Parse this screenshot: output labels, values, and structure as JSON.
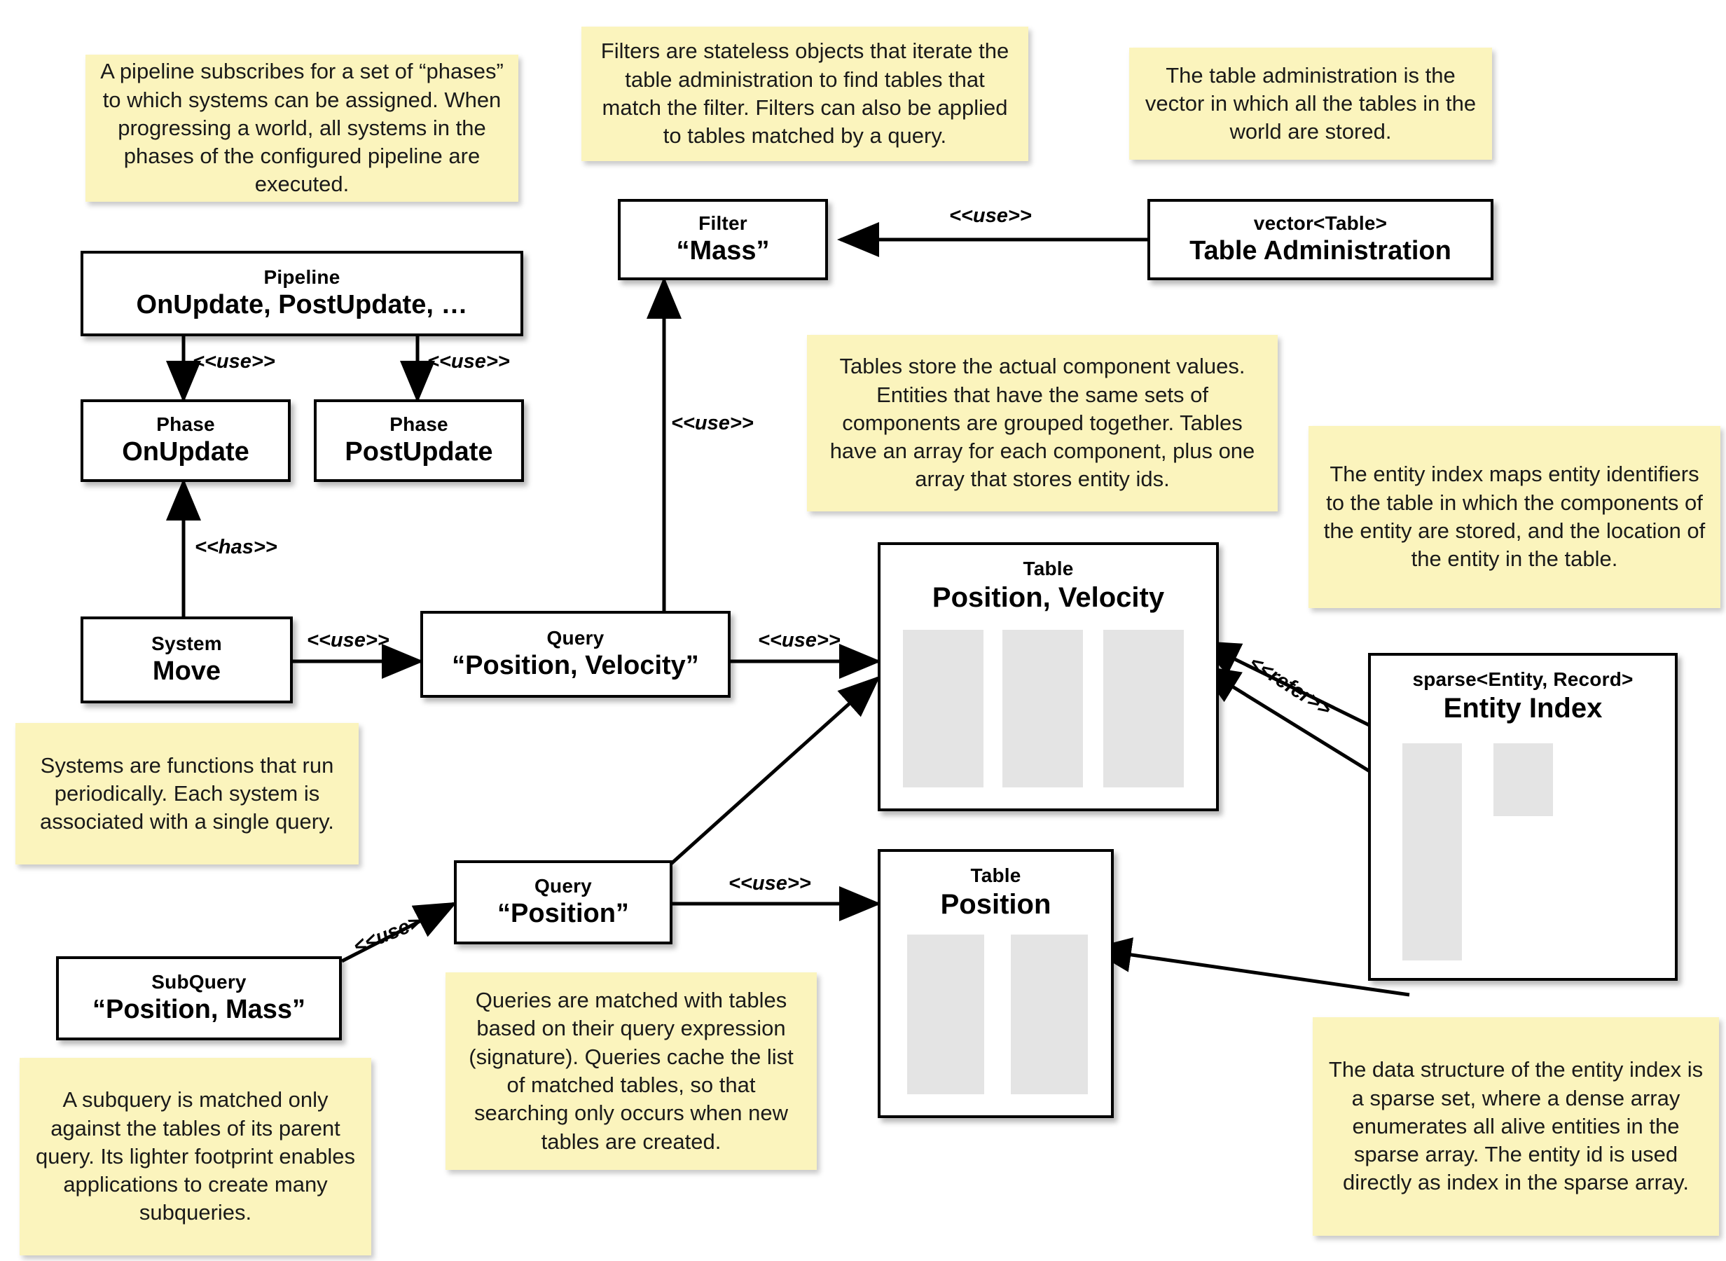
{
  "notes": [
    {
      "id": "note-pipeline",
      "text": "A pipeline subscribes for a set of “phases” to which systems can be assigned. When progressing a world, all systems in the phases of the configured pipeline are executed."
    },
    {
      "id": "note-filters",
      "text": "Filters are stateless objects that iterate the table administration to find tables that match the filter. Filters can also be applied to tables matched by a query."
    },
    {
      "id": "note-tableadmin",
      "text": "The table administration is the vector in which all the tables in the world are stored."
    },
    {
      "id": "note-tables",
      "text": "Tables store the actual component values. Entities that have the same sets of components are grouped together. Tables have an array for each component, plus one array that stores entity ids."
    },
    {
      "id": "note-entityidx",
      "text": "The entity index maps entity identifiers to the table in which the components of the entity are stored, and the location of the entity in the table."
    },
    {
      "id": "note-systems",
      "text": "Systems are functions that run periodically. Each system is associated with a single query."
    },
    {
      "id": "note-queries",
      "text": "Queries are matched with tables based on their query expression (signature). Queries cache the list of matched tables, so that searching only occurs when new tables are created."
    },
    {
      "id": "note-subquery",
      "text": "A subquery is matched only against the tables of its parent query. Its lighter footprint enables applications to create many subqueries."
    },
    {
      "id": "note-sparse",
      "text": "The data structure of the entity index is a sparse set, where a dense array enumerates all alive entities in the sparse array. The entity id is used directly as index in the sparse array."
    }
  ],
  "boxes": [
    {
      "id": "box-filter-mass",
      "stereotype": "Filter",
      "name": "“Mass”"
    },
    {
      "id": "box-table-administration",
      "stereotype": "vector<Table>",
      "name": "Table Administration"
    },
    {
      "id": "box-pipeline",
      "stereotype": "Pipeline",
      "name": "OnUpdate, PostUpdate, …"
    },
    {
      "id": "box-phase-onupdate",
      "stereotype": "Phase",
      "name": "OnUpdate"
    },
    {
      "id": "box-phase-postupdate",
      "stereotype": "Phase",
      "name": "PostUpdate"
    },
    {
      "id": "box-system-move",
      "stereotype": "System",
      "name": "Move"
    },
    {
      "id": "box-query-pos-vel",
      "stereotype": "Query",
      "name": "“Position, Velocity”"
    },
    {
      "id": "box-table-pos-vel",
      "stereotype": "Table",
      "name": "Position, Velocity"
    },
    {
      "id": "box-entity-index",
      "stereotype": "sparse<Entity, Record>",
      "name": "Entity Index"
    },
    {
      "id": "box-query-position",
      "stereotype": "Query",
      "name": "“Position”"
    },
    {
      "id": "box-table-position",
      "stereotype": "Table",
      "name": "Position"
    },
    {
      "id": "box-subquery",
      "stereotype": "SubQuery",
      "name": "“Position, Mass”"
    }
  ],
  "edge_labels": [
    {
      "id": "edge-tableadmin-filter",
      "text": "<<use>>"
    },
    {
      "id": "edge-pipeline-onupdate",
      "text": "<<use>>"
    },
    {
      "id": "edge-pipeline-postupdate",
      "text": "<<use>>"
    },
    {
      "id": "edge-system-phase",
      "text": "<<has>>"
    },
    {
      "id": "edge-query-filter",
      "text": "<<use>>"
    },
    {
      "id": "edge-system-query",
      "text": "<<use>>"
    },
    {
      "id": "edge-query-table",
      "text": "<<use>>"
    },
    {
      "id": "edge-queryposition-table",
      "text": "<<use>>"
    },
    {
      "id": "edge-subquery-query",
      "text": "<<use>>"
    },
    {
      "id": "edge-entityindex-refer",
      "text": "<<refer>>"
    }
  ],
  "colors": {
    "note_background": "#fbf4bd",
    "box_border": "#000000",
    "array_column": "#e4e4e4",
    "page_background": "#ffffff"
  }
}
